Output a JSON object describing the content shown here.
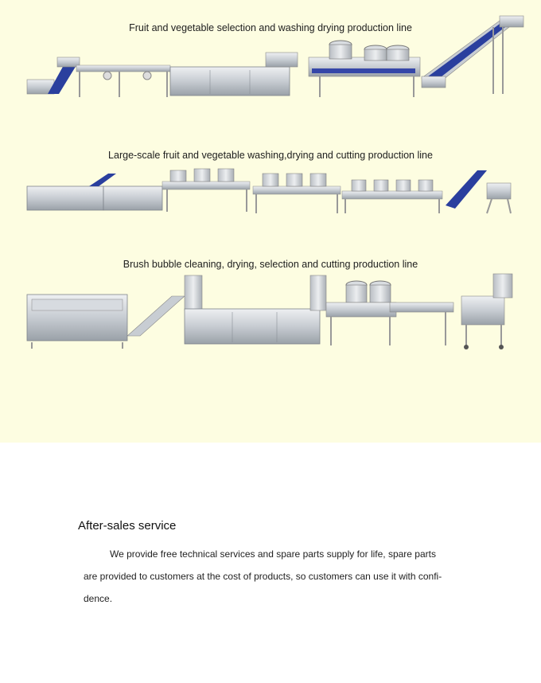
{
  "lines": [
    {
      "title": "Fruit and vegetable selection and washing drying production line"
    },
    {
      "title": "Large-scale fruit and vegetable washing,drying and cutting production line"
    },
    {
      "title": "Brush bubble cleaning, drying, selection and cutting production line"
    }
  ],
  "service": {
    "title": "After-sales service",
    "paragraph_lines": [
      "We provide free technical services and spare parts supply for life, spare parts",
      "are provided to customers at the cost of products, so customers can use it with confi-",
      "dence."
    ]
  },
  "colors": {
    "banner_background": "#fdfde1",
    "steel": "#c9ced4",
    "belt_blue": "#2a3f9e"
  }
}
